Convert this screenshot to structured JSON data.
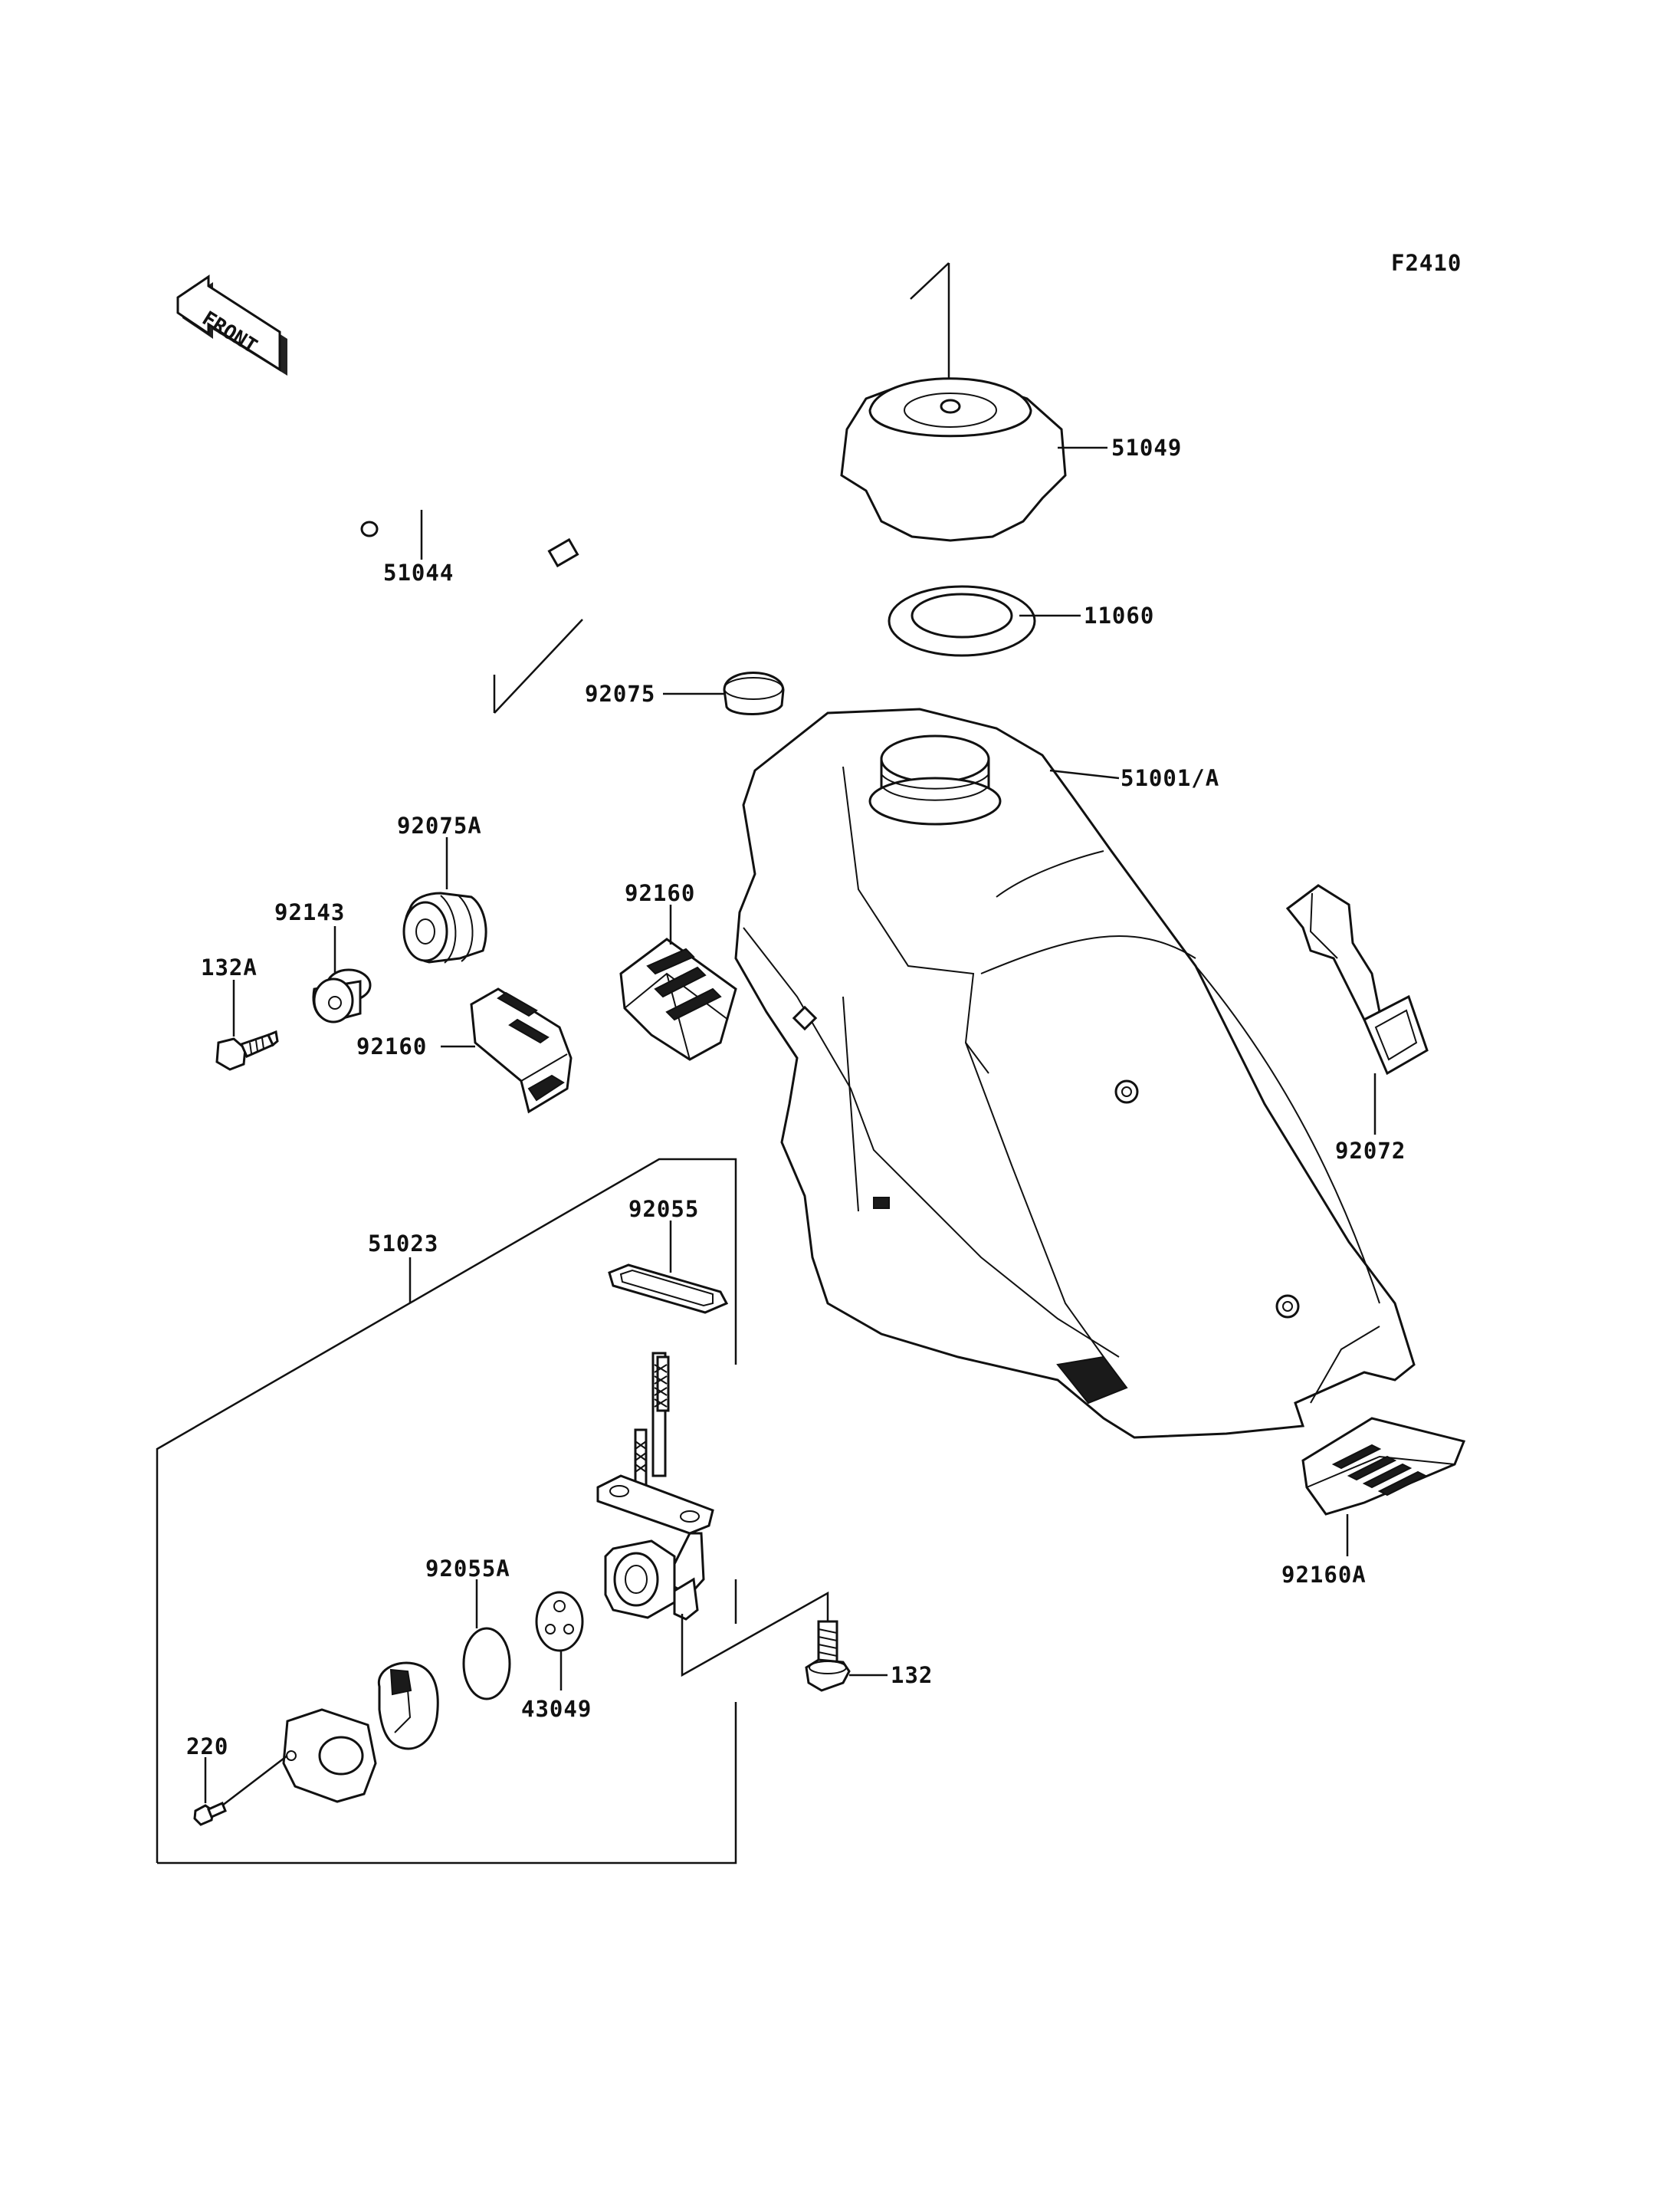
{
  "diagram": {
    "figure_code": "F2410",
    "front_badge": "FRONT",
    "labels": {
      "p51049": "51049",
      "p51044": "51044",
      "p11060": "11060",
      "p92075": "92075",
      "p51001A": "51001/A",
      "p92075A": "92075A",
      "p92143": "92143",
      "p92160_upper": "92160",
      "p132A": "132A",
      "p92160_lower": "92160",
      "p92072": "92072",
      "p51023": "51023",
      "p92055": "92055",
      "p92055A": "92055A",
      "p43049": "43049",
      "p132": "132",
      "p220": "220",
      "p92160A": "92160A"
    }
  }
}
